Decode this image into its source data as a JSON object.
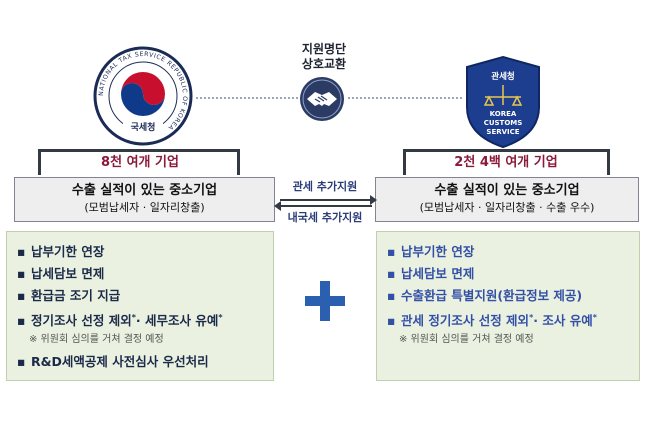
{
  "nts": {
    "seal_text": "NATIONAL TAX SERVICE REPUBLIC OF KOREA",
    "name": "국세청"
  },
  "kcs": {
    "name": "관세청",
    "line1": "KOREA",
    "line2": "CUSTOMS",
    "line3": "SERVICE"
  },
  "exchange": {
    "line1": "지원명단",
    "line2": "상호교환"
  },
  "left": {
    "header": "8천 여개 기업",
    "company_main": "수출 실적이 있는 중소기업",
    "company_sub": "(모범납세자 · 일자리창출)",
    "items": [
      "납부기한 연장",
      "납세담보 면제",
      "환급금 조기 지급",
      "정기조사 선정 제외",
      "· 세무조사 유예",
      "R&D세액공제 사전심사 우선처리"
    ],
    "note": "※ 위원회 심의를 거쳐 결정 예정"
  },
  "right": {
    "header": "2천 4백 여개 기업",
    "company_main": "수출 실적이 있는 중소기업",
    "company_sub": "(모범납세자 · 일자리창출 · 수출 우수)",
    "items": [
      "납부기한 연장",
      "납세담보 면제",
      "수출환급 특별지원(환급정보 제공)",
      "관세 정기조사 선정 제외",
      "· 조사 유예"
    ],
    "note": "※ 위원회 심의를 거쳐 결정 예정"
  },
  "support": {
    "top": "관세 추가지원",
    "bottom": "내국세 추가지원"
  },
  "footnote_mark": "*",
  "bullet_symbol": "▪",
  "colors": {
    "header_text": "#8b1a3a",
    "left_item": "#1c2a4a",
    "right_item": "#3350a6",
    "plus": "#2b5fb0",
    "badge": "#1d3d8f"
  }
}
